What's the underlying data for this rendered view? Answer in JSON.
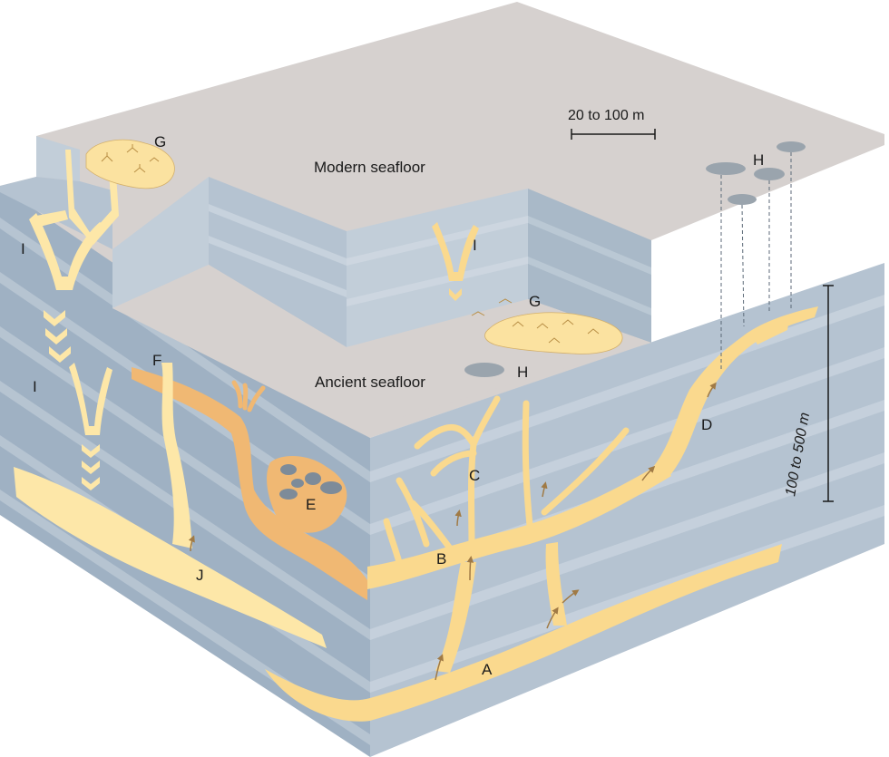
{
  "labels": {
    "modern_seafloor": "Modern seafloor",
    "ancient_seafloor": "Ancient seafloor",
    "scale_horizontal": "20 to 100 m",
    "scale_vertical": "100 to 500 m",
    "A": "A",
    "B": "B",
    "C": "C",
    "D": "D",
    "E": "E",
    "F": "F",
    "G": "G",
    "H": "H",
    "I": "I",
    "J": "J"
  },
  "colors": {
    "top_surface": "#d6d1cf",
    "front_face": "#9fb1c3",
    "side_face": "#b5c3d1",
    "inner_wall": "#c2ced9",
    "strata_light": "#c9d4de",
    "conduit_light": "#fde7a8",
    "conduit_yellow": "#fad98e",
    "conduit_orange": "#f0b873",
    "mound": "#fbe2a0",
    "rock": "#7d8b99",
    "pockmark": "#9aa4ad"
  }
}
